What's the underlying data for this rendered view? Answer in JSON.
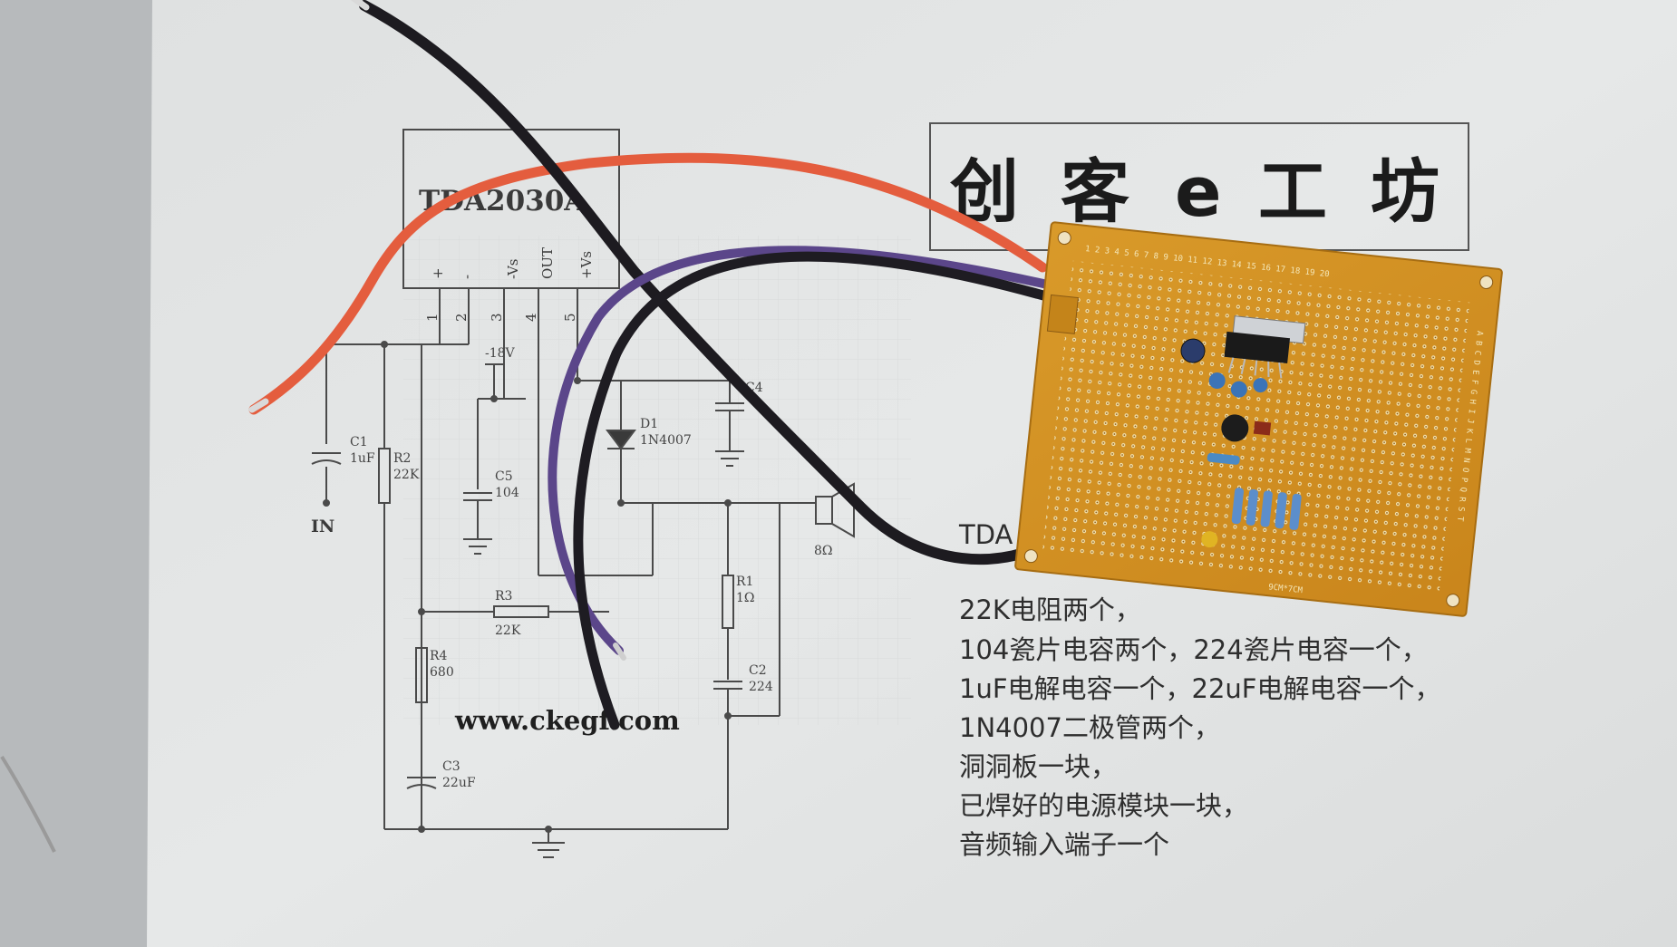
{
  "schematic": {
    "chip_label": "TDA2030A",
    "pins": {
      "labels": [
        "+",
        "-",
        "-Vs",
        "OUT",
        "+Vs"
      ],
      "numbers": [
        "1",
        "2",
        "3",
        "4",
        "5"
      ]
    },
    "components": {
      "c1": {
        "name": "C1",
        "value": "1uF"
      },
      "r2": {
        "name": "R2",
        "value": "22K"
      },
      "c5": {
        "name": "C5",
        "value": "104"
      },
      "d1": {
        "name": "D1",
        "value": "1N4007"
      },
      "c4": {
        "name": "C4"
      },
      "r3": {
        "name": "R3",
        "value": "22K"
      },
      "r4": {
        "name": "R4",
        "value": "680"
      },
      "c3": {
        "name": "C3",
        "value": "22uF"
      },
      "r1": {
        "name": "R1",
        "value": "1Ω"
      },
      "c2": {
        "name": "C2",
        "value": "224"
      },
      "speaker": {
        "value": "8Ω"
      }
    },
    "minus_supply": "-18V",
    "input_label": "IN",
    "url": "www.ckegf.com"
  },
  "logo": {
    "characters": [
      "创",
      "客",
      "e",
      "工",
      "坊"
    ]
  },
  "parts_list": {
    "fragment": "TDA",
    "lines": [
      "22K电阻两个，",
      "104瓷片电容两个，224瓷片电容一个，",
      "1uF电解电容一个，22uF电解电容一个，",
      "1N4007二极管两个，",
      "洞洞板一块，",
      "已焊好的电源模块一块，",
      "音频输入端子一个"
    ]
  },
  "pcb": {
    "top_label": "1 2 3 4 5 6 7 8 9 10 11 12 13 14 15 16 17 18 19 20",
    "side_label": "A B C D E F G H I J K L M N O P Q R S T",
    "bottom_label": "9CM*7CM"
  },
  "colors": {
    "paper": "#e4e6e6",
    "pcb": "#d2901f",
    "wire_red": "#e05a3c",
    "wire_black": "#1c1a1e",
    "wire_purple": "#5a4588"
  }
}
